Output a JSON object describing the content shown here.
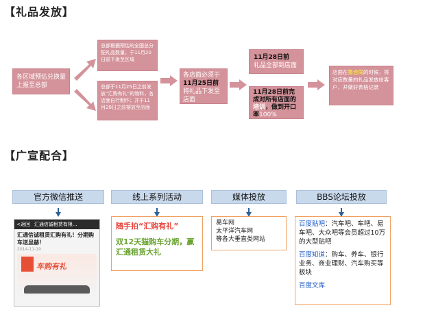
{
  "sections": {
    "distribution_title": "【礼品发放】",
    "promotion_title": "【广宣配合】"
  },
  "flow": {
    "step1": "各区域预估兑换量上报至总部",
    "step2a": "总部根据预估的全国总分配礼品数量，于11月20日前下发至区域",
    "step2b": "总部于11月25日之前发放“汇购有礼”的物料，各店面自行制作；并于11月28日之前摆放至店面",
    "step3_pre": "各店面必须于",
    "step3_date": "11月25日前",
    "step3_post": "将礼品下发至店面",
    "step4a_date": "11月28日前",
    "step4a_text": "礼品全部到店面",
    "step4b_pre": "11月28日前完成对所有店面的",
    "step4b_train": "培训",
    "step4b_mid": "，做到",
    "step4b_open": "开口率",
    "step4b_pct": "100%",
    "step5_pre": "店面在",
    "step5_hl": "签合同",
    "step5_post": "的时候，将对应数量的礼品发放给客户，并做好表格记录"
  },
  "columns": {
    "wechat": {
      "header": "官方微信推送",
      "app_back": "<返回",
      "app_title": "汇通信诚租赁有限...",
      "article_title": "汇通信诚租赁汇购有礼！分期购车送显赫！",
      "article_date": "2014-11-19",
      "banner_text": "车购有礼"
    },
    "online": {
      "header": "线上系列活动",
      "line1": "随手拍“汇购有礼”",
      "line2": "双12天猫购车分期，赢汇通租赁大礼"
    },
    "media": {
      "header": "媒体投放",
      "line1": "易车网",
      "line2": "太平洋汽车网",
      "line3": "等各大垂直类网站"
    },
    "bbs": {
      "header": "BBS论坛投放",
      "tieba_label": "百度贴吧",
      "tieba_text": "：汽车吧、车吧、易车吧、大众吧等会员超过10万的大型贴吧",
      "zhidao_label": "百度知道",
      "zhidao_text": "：购车、养车、银行业务、商业理财、汽车购买等板块",
      "wenku_label": "百度文库"
    }
  }
}
